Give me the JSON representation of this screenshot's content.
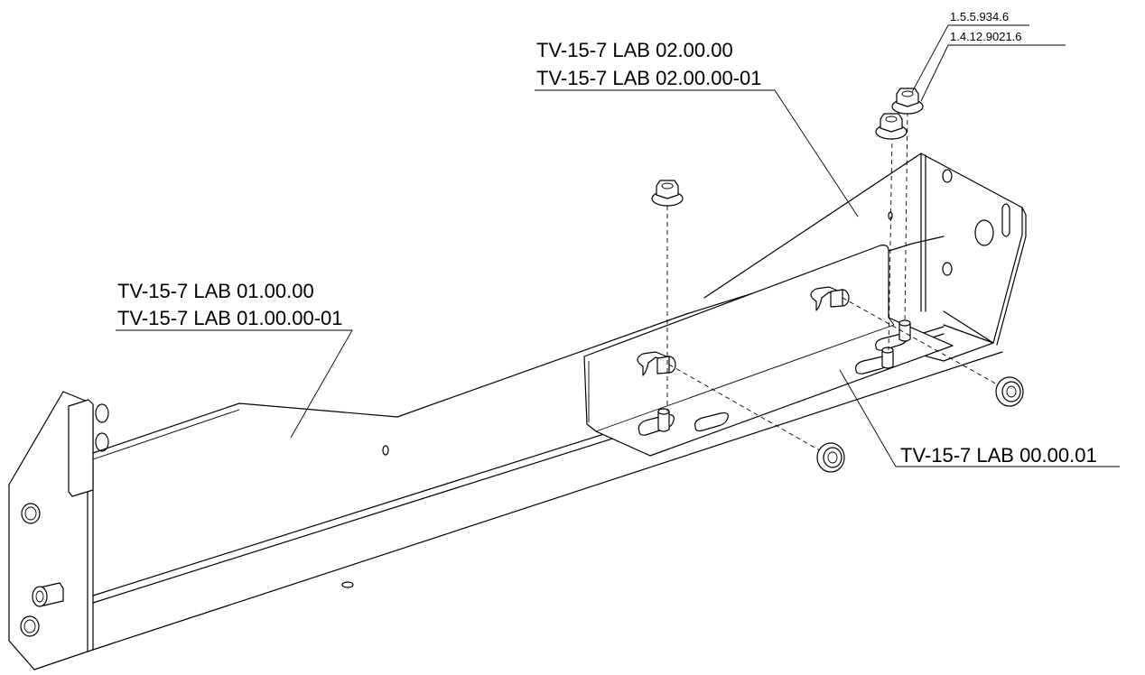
{
  "labels": {
    "part_02_line1": "TV-15-7 LAB 02.00.00",
    "part_02_line2": "TV-15-7 LAB 02.00.00-01",
    "part_01_line1": "TV-15-7 LAB 01.00.00",
    "part_01_line2": "TV-15-7 LAB 01.00.00-01",
    "part_00": "TV-15-7 LAB 00.00.01",
    "fastener_1": "1.5.5.934.6",
    "fastener_2": "1.4.12.9021.6"
  }
}
